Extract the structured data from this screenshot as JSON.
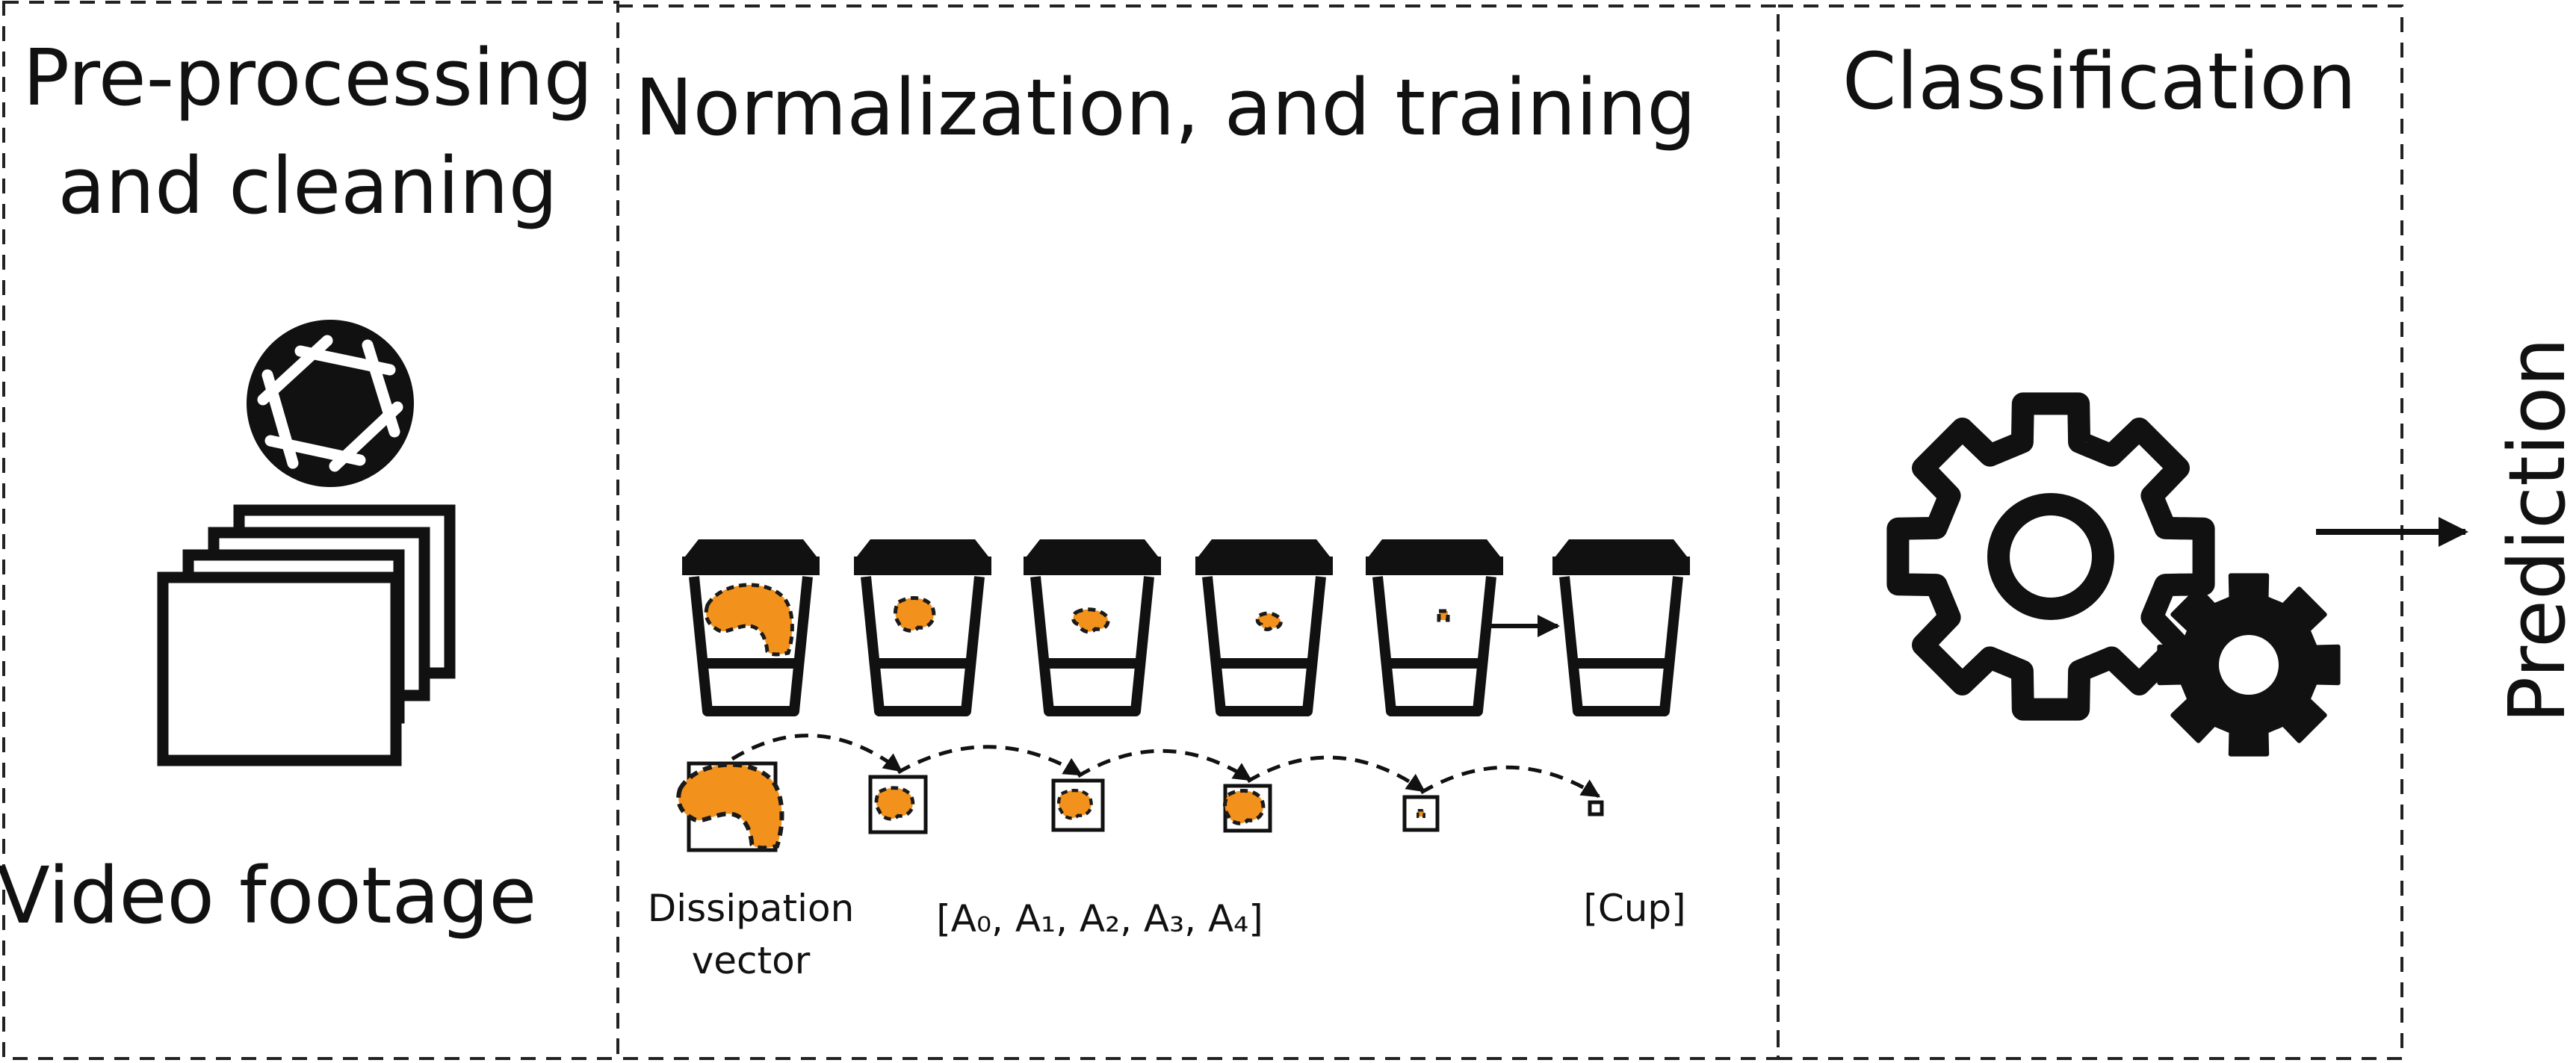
{
  "panels": {
    "preprocessing": {
      "title_line1": "Pre-processing",
      "title_line2": "and cleaning",
      "caption": "Video footage"
    },
    "normalization": {
      "title": "Normalization, and training"
    },
    "classification": {
      "title": "Classification"
    }
  },
  "labels": {
    "dissipation_line1": "Dissipation",
    "dissipation_line2": "vector",
    "vector_values": "[A₀, A₁, A₂, A₃, A₄]",
    "cup_label": "[Cup]",
    "prediction": "Prediction"
  },
  "icons": [
    "camera-shutter-icon",
    "video-frames-icon",
    "cup-icon",
    "gear-icon"
  ],
  "colors": {
    "ink": "#111111",
    "liquid": "#f2921d"
  }
}
